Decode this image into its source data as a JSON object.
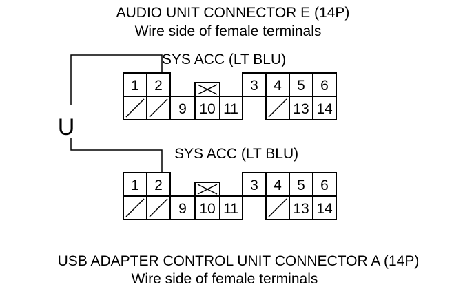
{
  "top_connector": {
    "title": "AUDIO UNIT CONNECTOR E (14P)",
    "subtitle": "Wire side of female terminals",
    "wire_label": "SYS ACC (LT BLU)",
    "pins": {
      "p1": "1",
      "p2": "2",
      "p3": "3",
      "p4": "4",
      "p5": "5",
      "p6": "6",
      "p9": "9",
      "p10": "10",
      "p11": "11",
      "p13": "13",
      "p14": "14"
    }
  },
  "bottom_connector": {
    "title": "USB ADAPTER CONTROL UNIT CONNECTOR A (14P)",
    "subtitle": "Wire side of female terminals",
    "wire_label": "SYS ACC (LT BLU)",
    "pins": {
      "p1": "1",
      "p2": "2",
      "p3": "3",
      "p4": "4",
      "p5": "5",
      "p6": "6",
      "p9": "9",
      "p10": "10",
      "p11": "11",
      "p13": "13",
      "p14": "14"
    }
  },
  "jumper_symbol": "U"
}
